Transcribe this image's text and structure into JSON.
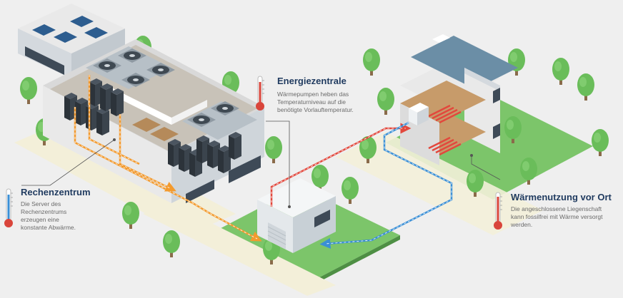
{
  "labels": {
    "energiezentrale": {
      "title": "Energiezentrale",
      "desc_lines": [
        "Wärmepumpen heben das",
        "Temperaturniveau auf die",
        "benötigte Vorlauftemperatur."
      ]
    },
    "rechenzentrum": {
      "title": "Rechenzentrum",
      "desc_lines": [
        "Die Server des",
        "Rechenzentrums",
        "erzeugen eine",
        "konstante Abwärme."
      ]
    },
    "waermenutzung": {
      "title": "Wärmenutzung vor Ort",
      "desc_lines": [
        "Die angeschlossene Liegenschaft",
        "kann fossilfrei mit Wärme versorgt",
        "werden."
      ]
    }
  },
  "colors": {
    "background": "#efefef",
    "ground": "#f3efd9",
    "grass": "#7cc56a",
    "tree": "#6abd5a",
    "building_wall": "#e9e9e9",
    "building_side": "#cfd5da",
    "roof": "#6b8ea6",
    "warm_pipe": "#f39a2e",
    "hot_pipe": "#e2483d",
    "cold_pipe": "#3a8fd6",
    "title": "#1f3a5f",
    "text": "#6b6b6b",
    "thermometer_red": "#d9453b",
    "thermometer_blue": "#3a8fd6"
  },
  "icons": [
    "thermometer-icon",
    "solar-panel-icon",
    "cooling-fan-icon",
    "server-rack-icon",
    "heat-pump-unit-icon",
    "tree-icon"
  ]
}
